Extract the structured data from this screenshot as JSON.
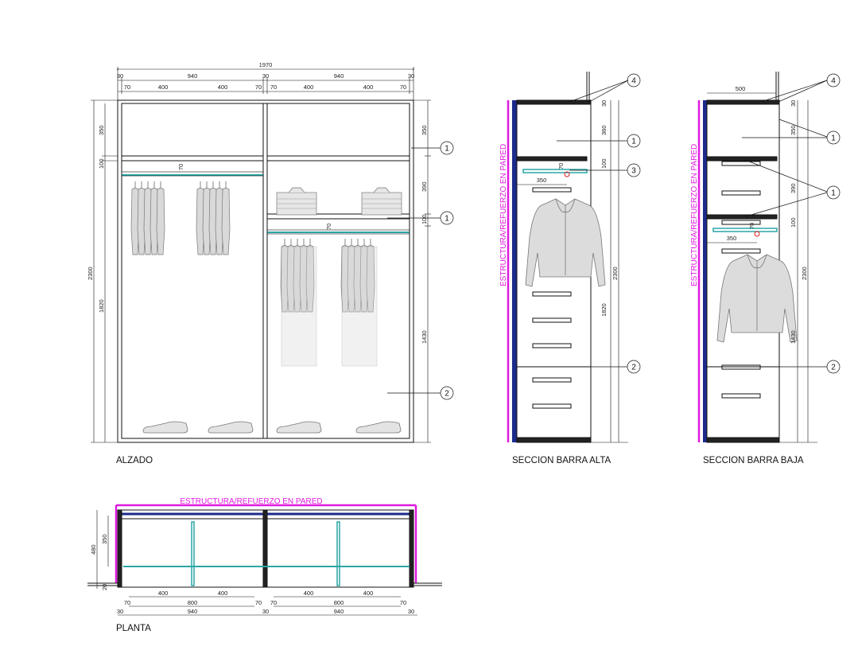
{
  "views": {
    "alzado": {
      "title": "ALZADO",
      "dims": {
        "total_width": "1970",
        "side_left": "30",
        "module_left": "940",
        "center": "30",
        "module_right": "940",
        "side_right": "30",
        "d70a": "70",
        "d400a": "400",
        "d400b": "400",
        "d70b": "70",
        "d70c": "70",
        "d400c": "400",
        "d400d": "400",
        "d70d": "70",
        "v350": "350",
        "v100": "100",
        "v2300": "2300",
        "v1820": "1820",
        "r350": "350",
        "r390": "390",
        "r100": "100",
        "r1430": "1430",
        "bar_left": "70",
        "bar_right": "70"
      },
      "callouts": [
        "1",
        "1",
        "2"
      ]
    },
    "seccion_alta": {
      "title": "SECCION BARRA ALTA",
      "wall_label": "ESTRUCTURA/REFUERZO EN PARED",
      "dims": {
        "depth_bar": "350",
        "top": "30",
        "d360": "360",
        "d100": "100",
        "d2300": "2300",
        "d1820": "1820",
        "bar70": "70"
      },
      "callouts": [
        "4",
        "1",
        "3",
        "2"
      ]
    },
    "seccion_baja": {
      "title": "SECCION BARRA BAJA",
      "wall_label": "ESTRUCTURA/REFUERZO EN PARED",
      "dims": {
        "top_width": "500",
        "top": "30",
        "d350": "350",
        "d390": "390",
        "d100": "100",
        "d2300": "2300",
        "d1430": "1430",
        "depth_bar": "350",
        "bar70": "70"
      },
      "callouts": [
        "4",
        "1",
        "1",
        "2"
      ]
    },
    "planta": {
      "title": "PLANTA",
      "wall_label": "ESTRUCTURA/REFUERZO EN PARED",
      "dims": {
        "depth480": "480",
        "depth350": "350",
        "d20": "20",
        "p400a": "400",
        "p400b": "400",
        "p400c": "400",
        "p400d": "400",
        "p800a": "800",
        "p800b": "800",
        "p70a": "70",
        "p70b": "70",
        "p70c": "70",
        "p70d": "70",
        "p30a": "30",
        "p940a": "940",
        "p30b": "30",
        "p940b": "940",
        "p30c": "30"
      }
    }
  },
  "colors": {
    "line": "#111111",
    "glass": "#2aa6a6",
    "wall": "#e01ae0",
    "clothing": "#d9d9d9",
    "panel_blue": "#1c2a8c"
  }
}
